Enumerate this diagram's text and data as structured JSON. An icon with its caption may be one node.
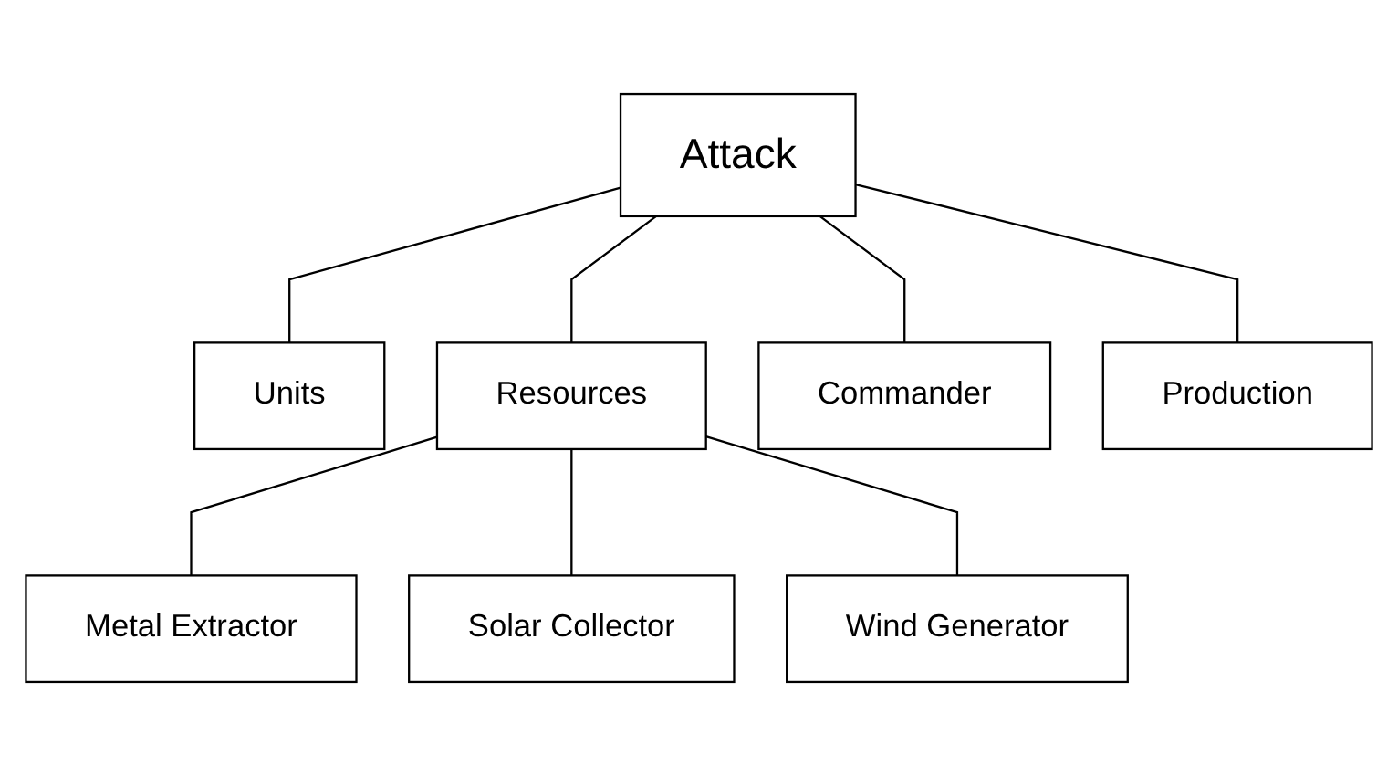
{
  "diagram": {
    "nodes": [
      {
        "text": [
          "Attack"
        ]
      },
      {
        "text": [
          "Units"
        ]
      },
      {
        "text": [
          "Resources"
        ]
      },
      {
        "text": [
          "Commander"
        ]
      },
      {
        "text": [
          "Production"
        ]
      },
      {
        "text": [
          "Metal Extractor"
        ]
      },
      {
        "text": [
          "Solar Collector"
        ]
      },
      {
        "text": [
          "Wind Generator"
        ]
      }
    ],
    "edges": [
      {
        "from": 0,
        "to": 1,
        "arrow": "none"
      },
      {
        "from": 0,
        "to": 2,
        "arrow": "none"
      },
      {
        "from": 0,
        "to": 3,
        "arrow": "none"
      },
      {
        "from": 0,
        "to": 4,
        "arrow": "none"
      },
      {
        "from": 2,
        "to": 5,
        "arrow": "none"
      },
      {
        "from": 2,
        "to": 6,
        "arrow": "none"
      },
      {
        "from": 2,
        "to": 7,
        "arrow": "none"
      }
    ]
  }
}
